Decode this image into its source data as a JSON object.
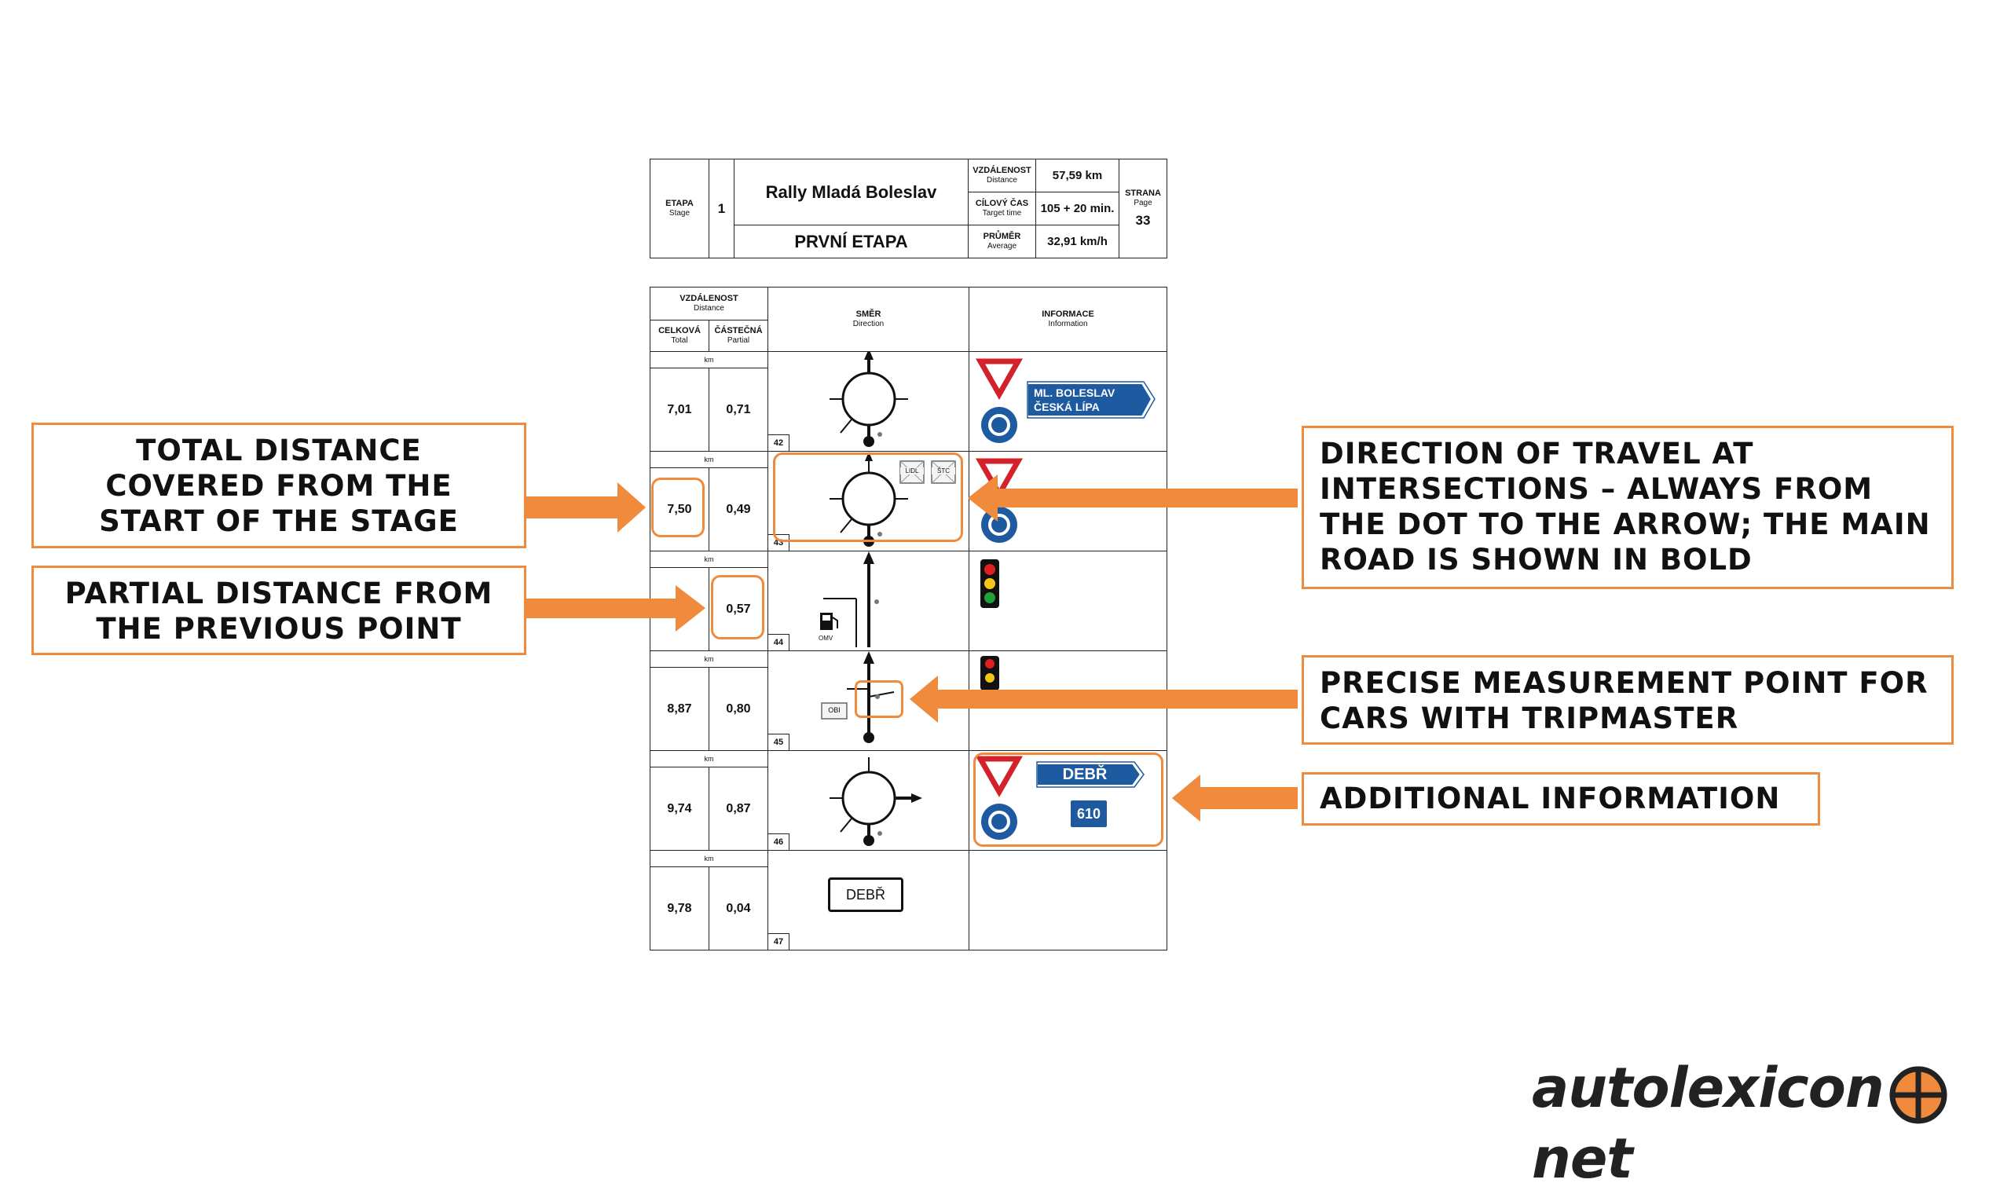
{
  "header": {
    "stage_label": "ETAPA",
    "stage_sub": "Stage",
    "stage_number": "1",
    "rally_name": "Rally Mladá Boleslav",
    "stage_name": "PRVNÍ ETAPA",
    "distance_label": "VZDÁLENOST",
    "distance_sub": "Distance",
    "distance_value": "57,59 km",
    "target_label": "CÍLOVÝ ČAS",
    "target_sub": "Target time",
    "target_value": "105 + 20 min.",
    "average_label": "PRŮMĚR",
    "average_sub": "Average",
    "average_value": "32,91 km/h",
    "page_label": "STRANA",
    "page_sub": "Page",
    "page_value": "33"
  },
  "columns": {
    "distance_label": "VZDÁLENOST",
    "distance_sub": "Distance",
    "total_label": "CELKOVÁ",
    "total_sub": "Total",
    "partial_label": "ČÁSTEČNÁ",
    "partial_sub": "Partial",
    "direction_label": "SMĚR",
    "direction_sub": "Direction",
    "info_label": "INFORMACE",
    "info_sub": "Information",
    "unit": "km"
  },
  "rows": [
    {
      "no": "42",
      "total": "7,01",
      "partial": "0,71",
      "sign": "ML. BOLESLAV",
      "sign2": "ČESKÁ LÍPA"
    },
    {
      "no": "43",
      "total": "7,50",
      "partial": "0,49",
      "box1": "LIDL",
      "box2": "ŠTC"
    },
    {
      "no": "44",
      "total": "",
      "partial": "0,57",
      "station": "OMV"
    },
    {
      "no": "45",
      "total": "8,87",
      "partial": "0,80",
      "box": "OBI"
    },
    {
      "no": "46",
      "total": "9,74",
      "partial": "0,87",
      "sign": "DEBŘ",
      "road": "610"
    },
    {
      "no": "47",
      "total": "9,78",
      "partial": "0,04",
      "town": "DEBŘ"
    }
  ],
  "callouts": {
    "total": [
      "TOTAL DISTANCE",
      "COVERED FROM THE",
      "START OF THE STAGE"
    ],
    "partial": [
      "PARTIAL DISTANCE FROM",
      "THE PREVIOUS POINT"
    ],
    "direction": [
      "DIRECTION OF TRAVEL AT",
      "INTERSECTIONS – ALWAYS FROM",
      "THE DOT TO THE ARROW; THE MAIN",
      "ROAD IS SHOWN IN BOLD"
    ],
    "measurement": [
      "PRECISE MEASUREMENT POINT FOR",
      "CARS WITH TRIPMASTER"
    ],
    "additional": [
      "ADDITIONAL INFORMATION"
    ]
  },
  "logo": {
    "left": "autolexicon",
    "right": "net"
  },
  "colors": {
    "accent": "#f08a3c",
    "sign_blue": "#1e5aa0",
    "yield_red": "#d3232a"
  }
}
